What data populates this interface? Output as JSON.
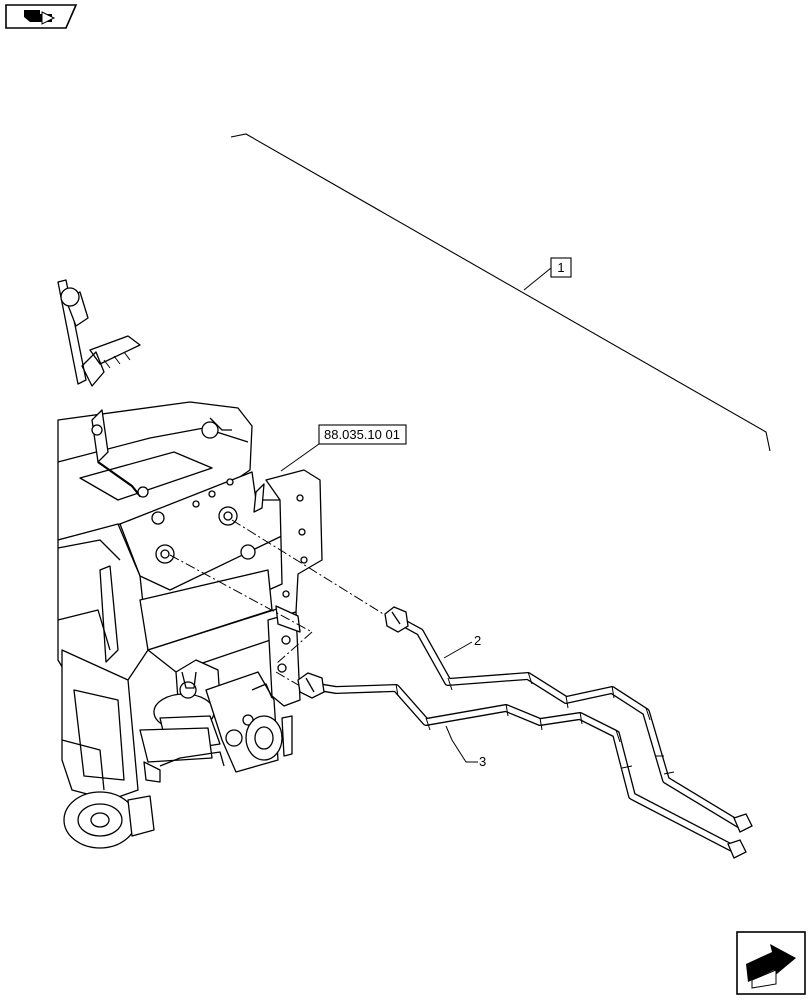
{
  "callouts": {
    "main": "1",
    "reference": "88.035.10 01",
    "pipe_upper": "2",
    "pipe_lower": "3"
  },
  "icons": {
    "top_left": "view-direction-icon",
    "bottom_right": "next-page-arrow-icon"
  }
}
